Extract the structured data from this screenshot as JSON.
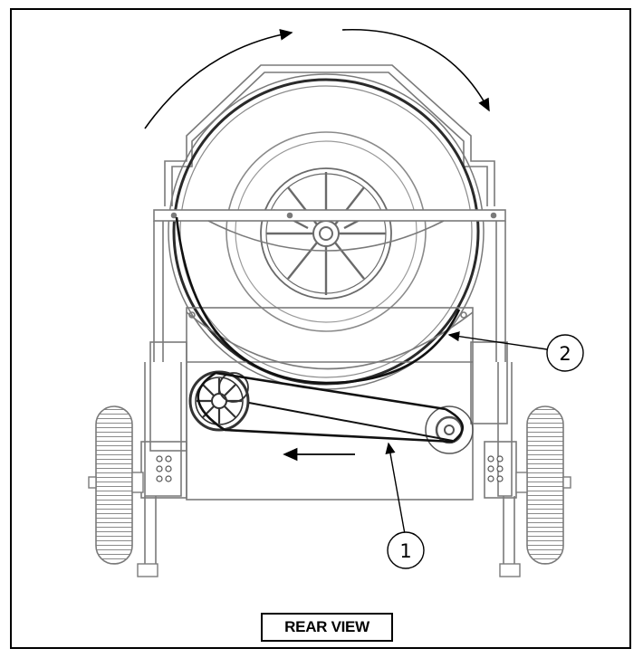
{
  "figure": {
    "view_label": "REAR VIEW",
    "callouts": [
      {
        "number": "1"
      },
      {
        "number": "2"
      }
    ],
    "line_color": "#000000",
    "part_color": "#7a7a7a"
  }
}
